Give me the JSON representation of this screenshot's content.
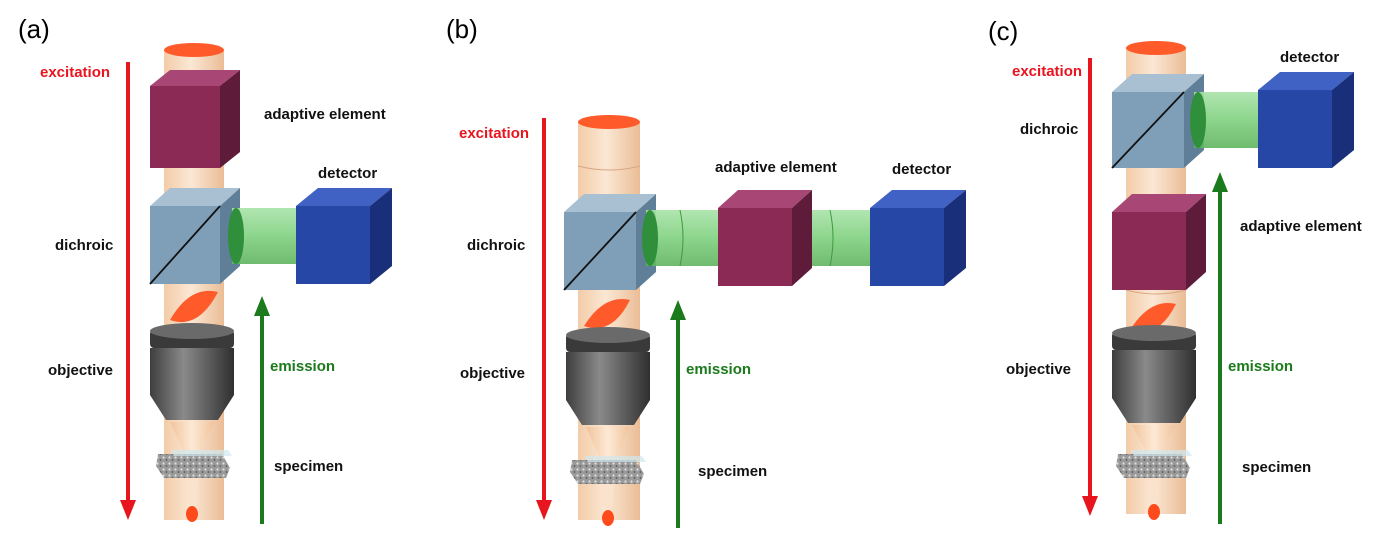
{
  "colors": {
    "excitation": "#e8141e",
    "emission": "#1b7a1b",
    "adaptive_element": "#8b2a55",
    "detector": "#2747a6",
    "dichroic": "#7f9fb8",
    "beam": "#f5d3b0",
    "emission_beam": "#7fd07f",
    "objective": "#555555",
    "laser_spot": "#ff4a1c"
  },
  "panels": [
    {
      "letter": "(a)",
      "labels": {
        "excitation": "excitation",
        "adaptive_element": "adaptive element",
        "detector": "detector",
        "dichroic": "dichroic",
        "objective": "objective",
        "emission": "emission",
        "specimen": "specimen"
      }
    },
    {
      "letter": "(b)",
      "labels": {
        "excitation": "excitation",
        "adaptive_element": "adaptive element",
        "detector": "detector",
        "dichroic": "dichroic",
        "objective": "objective",
        "emission": "emission",
        "specimen": "specimen"
      }
    },
    {
      "letter": "(c)",
      "labels": {
        "excitation": "excitation",
        "detector": "detector",
        "dichroic": "dichroic",
        "adaptive_element": "adaptive element",
        "objective": "objective",
        "emission": "emission",
        "specimen": "specimen"
      }
    }
  ]
}
